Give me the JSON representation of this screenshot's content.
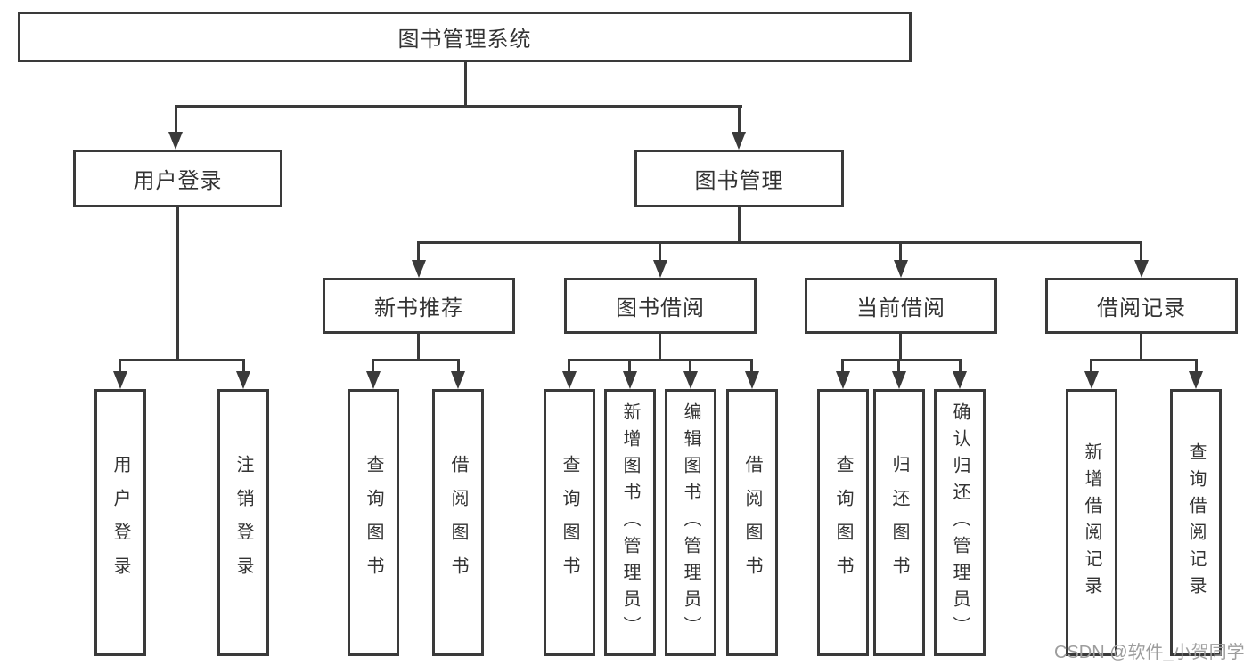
{
  "diagram": {
    "title": "图书管理系统",
    "level2": {
      "user_login": "用户登录",
      "book_mgmt": "图书管理"
    },
    "level3": {
      "new_book_rec": "新书推荐",
      "book_borrow": "图书借阅",
      "current_borrow": "当前借阅",
      "borrow_records": "借阅记录"
    },
    "leaves": {
      "user_login": [
        "用户登录",
        "注销登录"
      ],
      "new_book_rec": [
        "查询图书",
        "借阅图书"
      ],
      "book_borrow": [
        "查询图书",
        "新增图书（管理员）",
        "编辑图书（管理员）",
        "借阅图书"
      ],
      "current_borrow": [
        "查询图书",
        "归还图书",
        "确认归还（管理员）"
      ],
      "borrow_records": [
        "新增借阅记录",
        "查询借阅记录"
      ]
    },
    "colors": {
      "line": "#3a3a3a",
      "text": "#333333",
      "watermark": "#9d9d9d",
      "background": "#ffffff"
    }
  },
  "watermark": "CSDN @软件_小贺同学"
}
